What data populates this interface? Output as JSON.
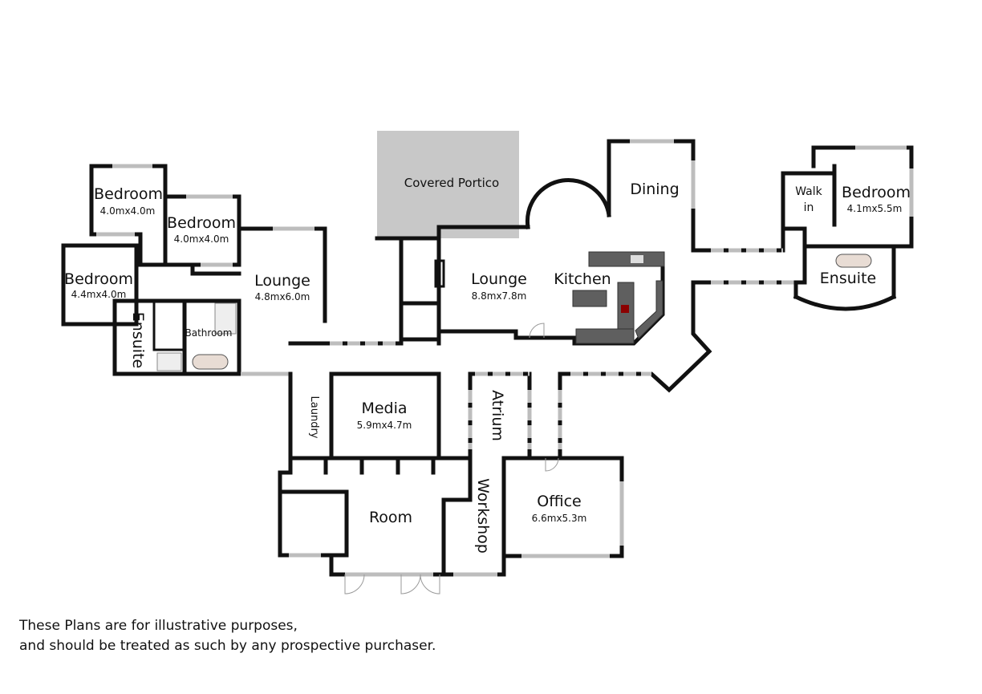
{
  "plan": {
    "portico": {
      "name": "Covered Portico"
    },
    "rooms": {
      "bedroom_top_left": {
        "name": "Bedroom",
        "dimensions": "4.0mx4.0m"
      },
      "bedroom_top_mid": {
        "name": "Bedroom",
        "dimensions": "4.0mx4.0m"
      },
      "bedroom_left": {
        "name": "Bedroom",
        "dimensions": "4.4mx4.0m"
      },
      "lounge_west": {
        "name": "Lounge",
        "dimensions": "4.8mx6.0m"
      },
      "ensuite_west": {
        "name": "Ensuite"
      },
      "bathroom": {
        "name": "Bathroom"
      },
      "lounge_main": {
        "name": "Lounge",
        "dimensions": "8.8mx7.8m"
      },
      "kitchen": {
        "name": "Kitchen"
      },
      "dining": {
        "name": "Dining"
      },
      "walk_in": {
        "name_line1": "Walk",
        "name_line2": "in"
      },
      "master_bedroom": {
        "name": "Bedroom",
        "dimensions": "4.1mx5.5m"
      },
      "master_ensuite": {
        "name": "Ensuite"
      },
      "laundry": {
        "name": "Laundry"
      },
      "media": {
        "name": "Media",
        "dimensions": "5.9mx4.7m"
      },
      "atrium": {
        "name": "Atrium"
      },
      "room": {
        "name": "Room"
      },
      "workshop": {
        "name": "Workshop"
      },
      "office": {
        "name": "Office",
        "dimensions": "6.6mx5.3m"
      }
    }
  },
  "disclaimer": {
    "line1": "These Plans are for illustrative purposes,",
    "line2": "and should be treated as such by any prospective purchaser."
  }
}
